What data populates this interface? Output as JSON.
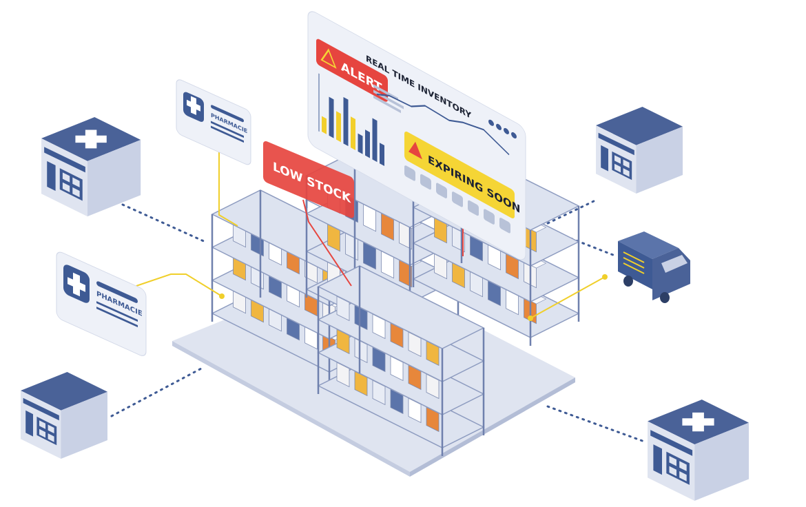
{
  "dashboard": {
    "title": "REAL TIME INVENTORY",
    "alert_label": "ALERT",
    "expiring_label": "EXPIRING SOON",
    "mini_bar_values": [
      30,
      75,
      55,
      90,
      60,
      35,
      50,
      80,
      40
    ],
    "mini_bar_colors": [
      "#f2cf2c",
      "#3e5a94",
      "#f2cf2c",
      "#3e5a94",
      "#f2cf2c",
      "#3e5a94",
      "#3e5a94",
      "#3e5a94",
      "#3e5a94"
    ]
  },
  "low_stock": {
    "label": "LOW STOCK"
  },
  "pharmacy_cards": [
    {
      "label": "PHARMACIE"
    },
    {
      "label": "PHARMACIE"
    }
  ],
  "colors": {
    "alert_red": "#e6453f",
    "warning_yellow": "#f5d535",
    "navy": "#3e5a94",
    "panel": "#eef1f8",
    "connector_yellow": "#f0cf2a"
  }
}
